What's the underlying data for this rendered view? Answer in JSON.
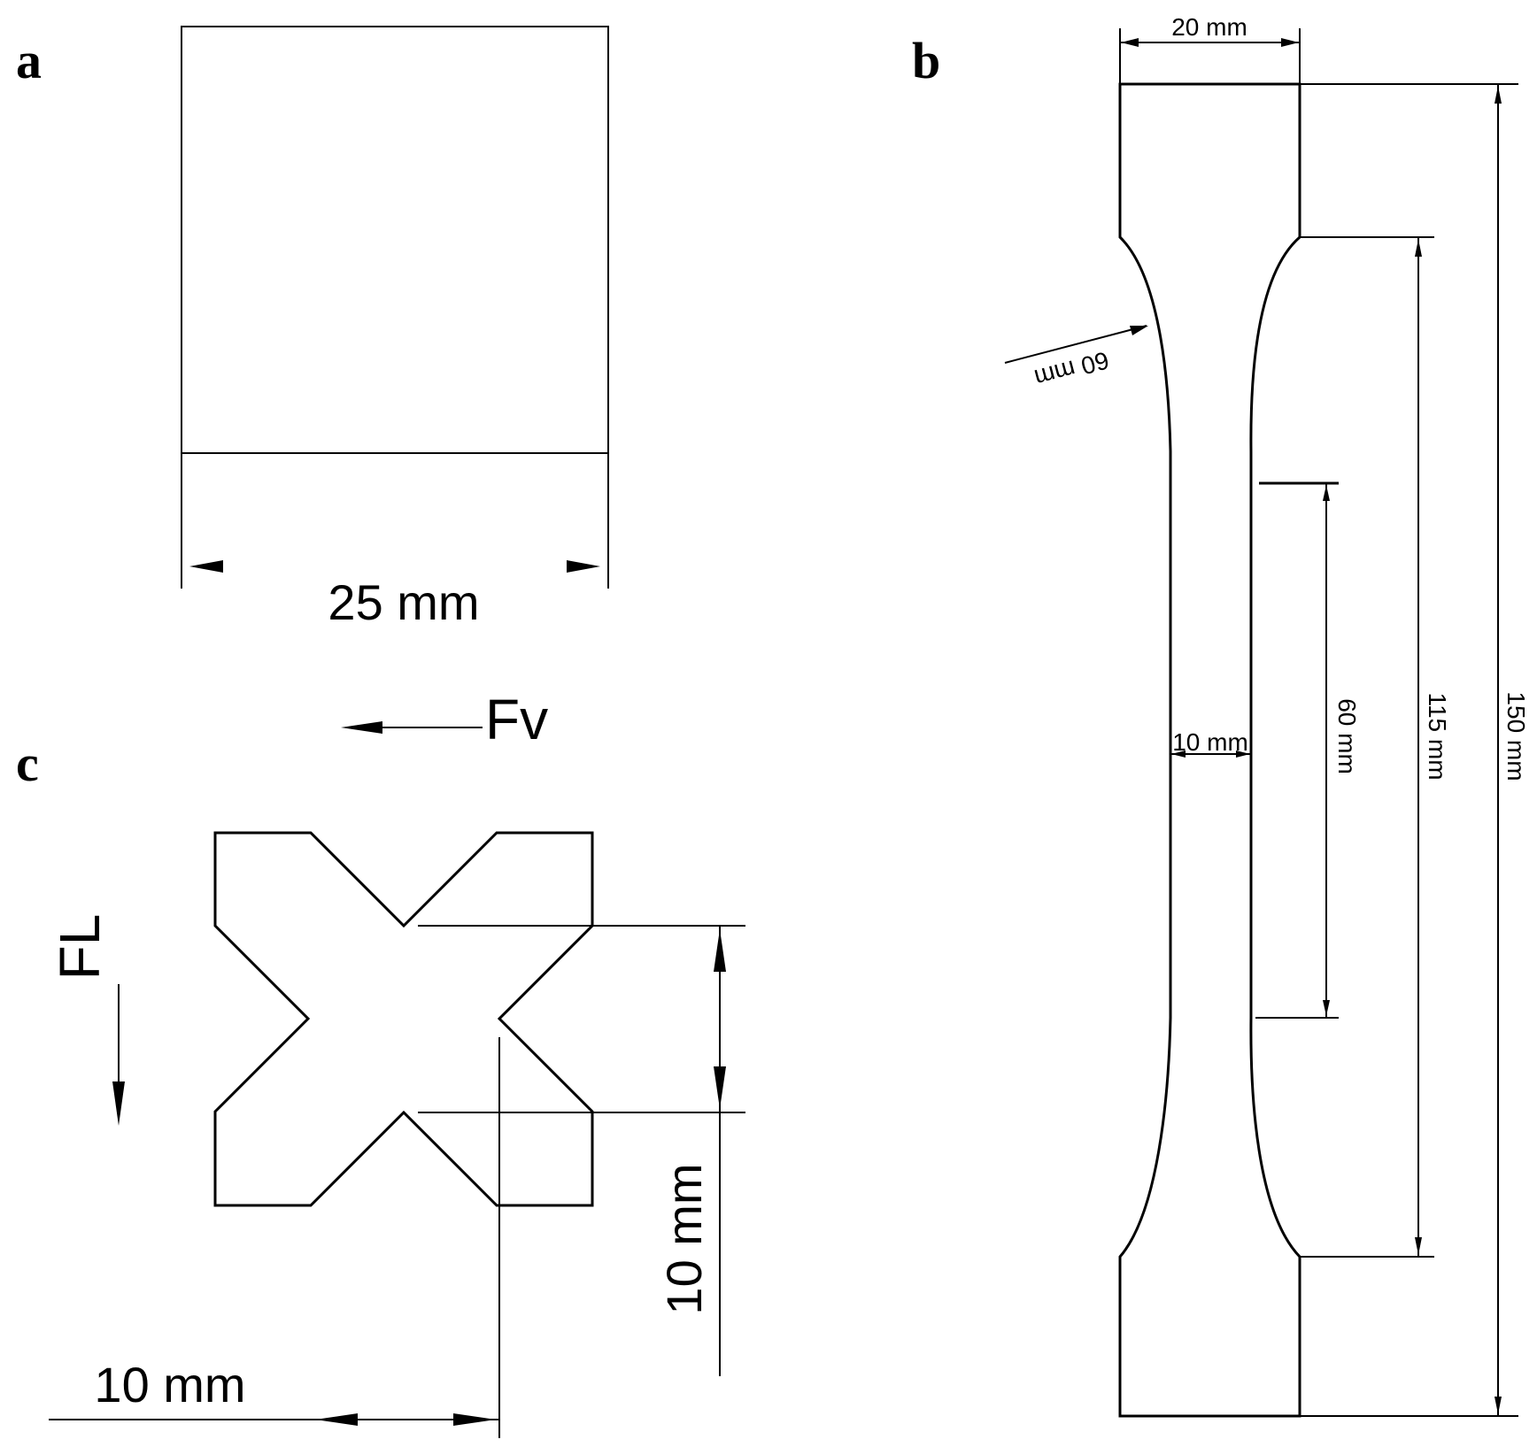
{
  "panels": {
    "a": {
      "label": "a",
      "width_dim": "25 mm"
    },
    "b": {
      "label": "b",
      "top_width_dim": "20 mm",
      "radius_dim": "60 mm",
      "neck_width_dim": "10 mm",
      "gauge_length_dim": "60 mm",
      "narrow_length_dim": "115 mm",
      "overall_length_dim": "150 mm"
    },
    "c": {
      "label": "c",
      "force_horizontal": "Fv",
      "force_vertical": "FL",
      "vertical_dim": "10 mm",
      "horizontal_dim": "10 mm"
    }
  }
}
